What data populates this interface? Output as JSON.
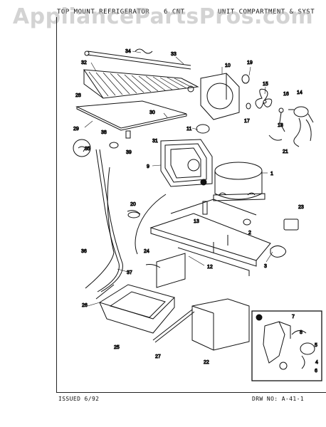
{
  "header": {
    "left": "TOP MOUNT REFRIGERATOR",
    "middle": "6 CNT",
    "right": "UNIT COMPARTMENT & SYST"
  },
  "watermark": "AppliancePartsPros.com",
  "footer": {
    "issued": "ISSUED 6/92",
    "drawing_number": "DRW NO: A-41-1"
  },
  "callouts": {
    "c34": "34",
    "c33": "33",
    "c32": "32",
    "c28": "28",
    "c10": "10",
    "c19": "19",
    "c15": "15",
    "c16": "16",
    "c14": "14",
    "c17": "17",
    "c30": "30",
    "c29": "29",
    "c11": "11",
    "c38": "38",
    "c31": "31",
    "c35": "35",
    "c39": "39",
    "c18": "18",
    "c21": "21",
    "c9": "9",
    "c1": "1",
    "c20": "20",
    "c13": "13",
    "c2": "2",
    "c23": "23",
    "c24": "24",
    "c12": "12",
    "c3": "3",
    "c36": "36",
    "c37": "37",
    "c26": "26",
    "c25": "25",
    "c27": "27",
    "c22": "22",
    "i7": "7",
    "i8": "8",
    "i5": "5",
    "i4": "4",
    "i6": "6"
  }
}
